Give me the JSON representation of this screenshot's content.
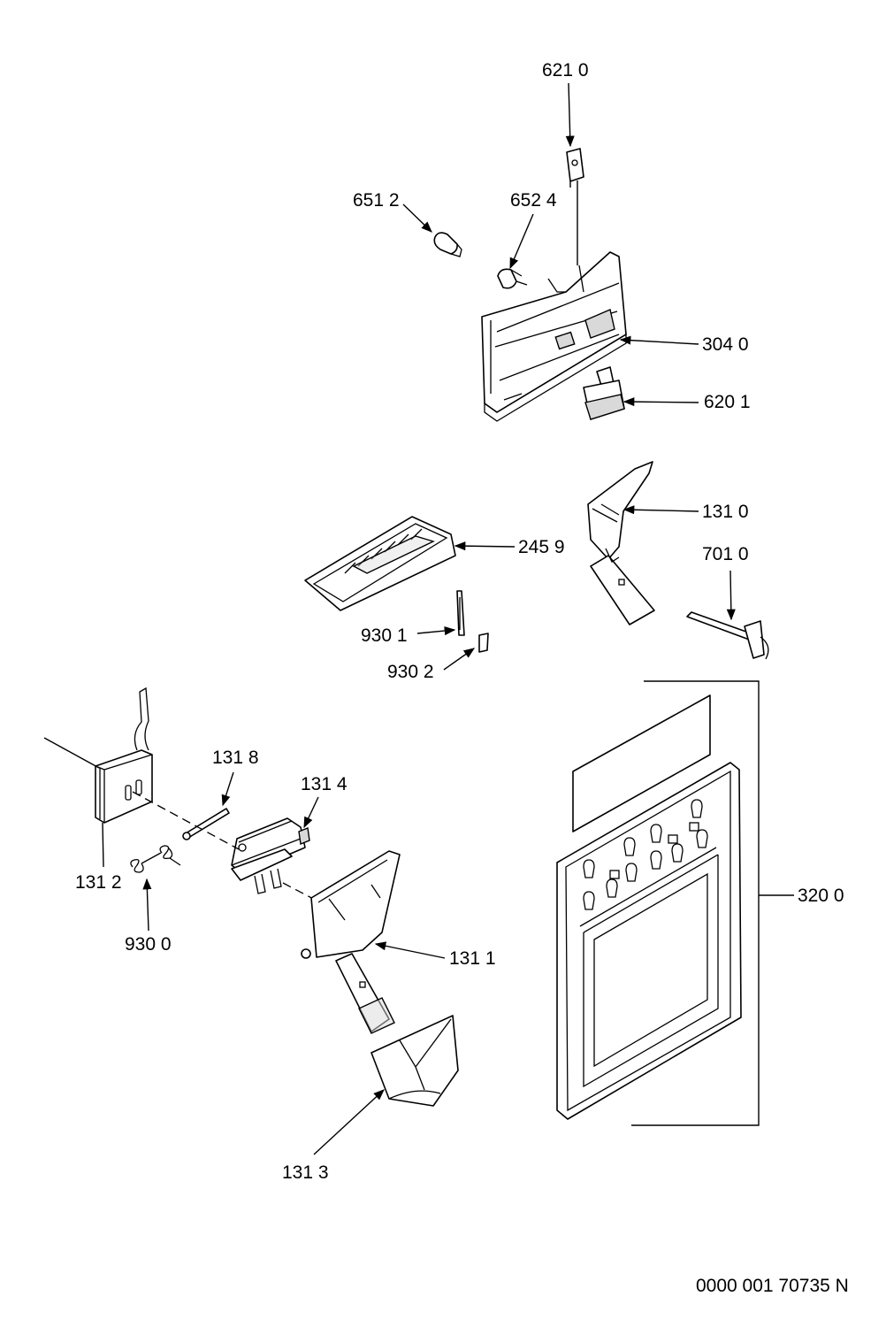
{
  "diagram": {
    "labels": {
      "p6210": "621 0",
      "p6512": "651 2",
      "p6524": "652 4",
      "p3040": "304 0",
      "p6201": "620 1",
      "p1310": "131 0",
      "p2459": "245 9",
      "p7010": "701 0",
      "p9301": "930 1",
      "p9302": "930 2",
      "p1318": "131 8",
      "p1314": "131 4",
      "p1312": "131 2",
      "p9300": "930 0",
      "p1311": "131 1",
      "p3200": "320 0",
      "p1313": "131 3"
    },
    "doc_number": "0000 001 70735 N"
  }
}
